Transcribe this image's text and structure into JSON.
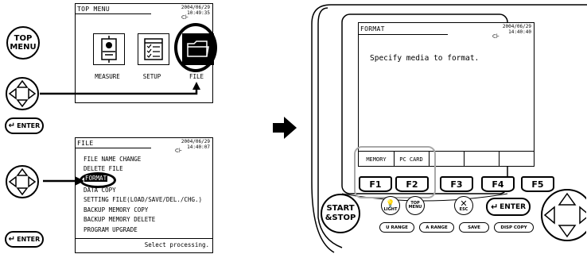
{
  "top_menu_screen": {
    "title": "TOP MENU",
    "date": "2004/06/29",
    "time": "10:49:35",
    "icons": [
      {
        "label": "MEASURE",
        "icon": "measure-icon"
      },
      {
        "label": "SETUP",
        "icon": "setup-icon"
      },
      {
        "label": "FILE",
        "icon": "folder-icon"
      }
    ]
  },
  "file_screen": {
    "title": "FILE",
    "date": "2004/06/29",
    "time": "14:40:07",
    "items": [
      "FILE NAME CHANGE",
      "DELETE FILE",
      "FORMAT",
      "DATA COPY",
      "SETTING FILE(LOAD/SAVE/DEL./CHG.)",
      "BACKUP MEMORY COPY",
      "BACKUP MEMORY DELETE",
      "PROGRAM UPGRADE"
    ],
    "status": "Select processing."
  },
  "format_screen": {
    "title": "FORMAT",
    "date": "2004/06/29",
    "time": "14:40:40",
    "message": "Specify media to format.",
    "softkeys": [
      "MEMORY",
      "PC CARD",
      "",
      "",
      ""
    ]
  },
  "left_buttons": {
    "top_menu_line1": "TOP",
    "top_menu_line2": "MENU",
    "enter": "ENTER",
    "enter2": "ENTER"
  },
  "device_panel": {
    "fkeys": [
      "F1",
      "F2",
      "F3",
      "F4",
      "F5"
    ],
    "start_line1": "START",
    "start_line2": "&STOP",
    "light": "LIGHT",
    "top_menu_small_line1": "TOP",
    "top_menu_small_line2": "MENU",
    "esc": "ESC",
    "enter": "ENTER",
    "u_range": "U RANGE",
    "a_range": "A RANGE",
    "save": "SAVE",
    "disp_copy": "DISP COPY"
  },
  "colors": {
    "highlight": "#a8a8a8",
    "outline": "#000000"
  }
}
